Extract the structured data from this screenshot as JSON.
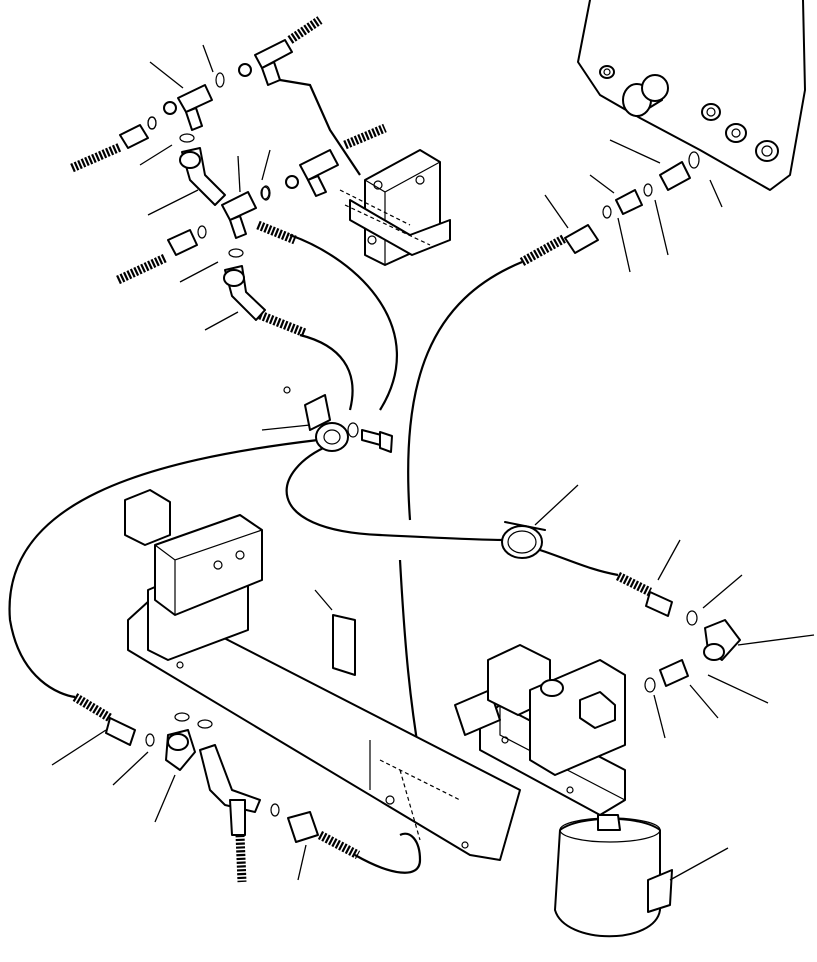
{
  "diagram": {
    "kind": "exploded-parts-illustration",
    "line_color": "#000000",
    "background": "#ffffff",
    "callout_labels": [],
    "components": [
      "hose-assembly",
      "tee-fitting",
      "elbow-fitting",
      "connector-fitting",
      "o-ring",
      "hose-clamp",
      "mounting-bracket",
      "solenoid-valve",
      "valve-manifold",
      "accumulator",
      "bolt",
      "decal"
    ]
  }
}
